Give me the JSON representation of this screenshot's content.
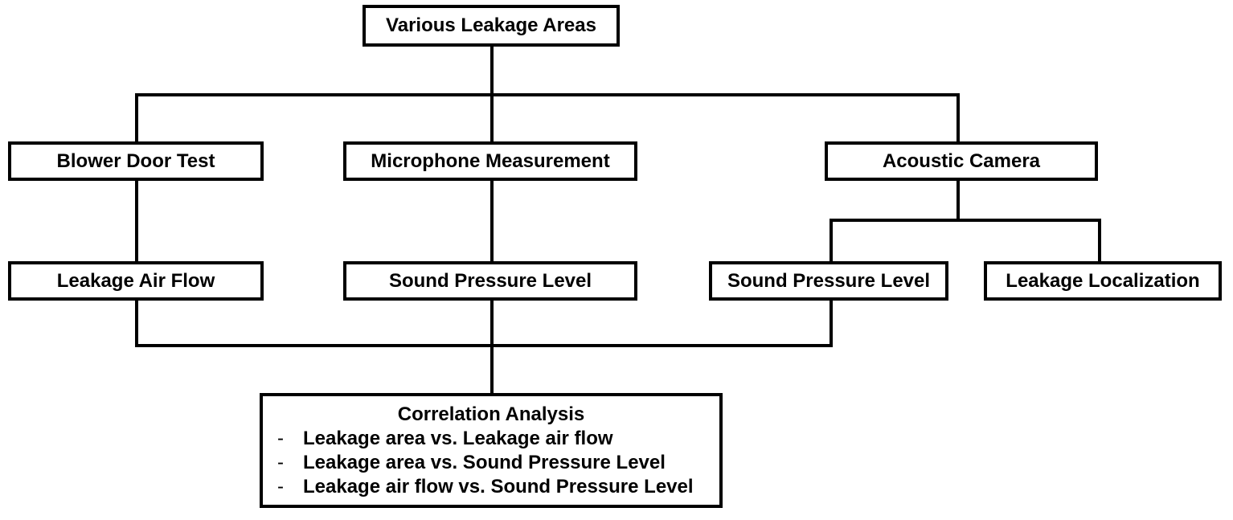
{
  "diagram": {
    "root": "Various Leakage Areas",
    "methods": {
      "blower": "Blower Door Test",
      "microphone": "Microphone Measurement",
      "camera": "Acoustic Camera"
    },
    "outputs": {
      "air_flow": "Leakage Air Flow",
      "mic_spl": "Sound Pressure Level",
      "camera_spl": "Sound Pressure Level",
      "localization": "Leakage Localization"
    },
    "analysis": {
      "title": "Correlation Analysis",
      "bullet": "-",
      "items": [
        "Leakage area vs. Leakage air flow",
        "Leakage area vs. Sound Pressure Level",
        "Leakage air flow vs. Sound Pressure Level"
      ]
    }
  }
}
